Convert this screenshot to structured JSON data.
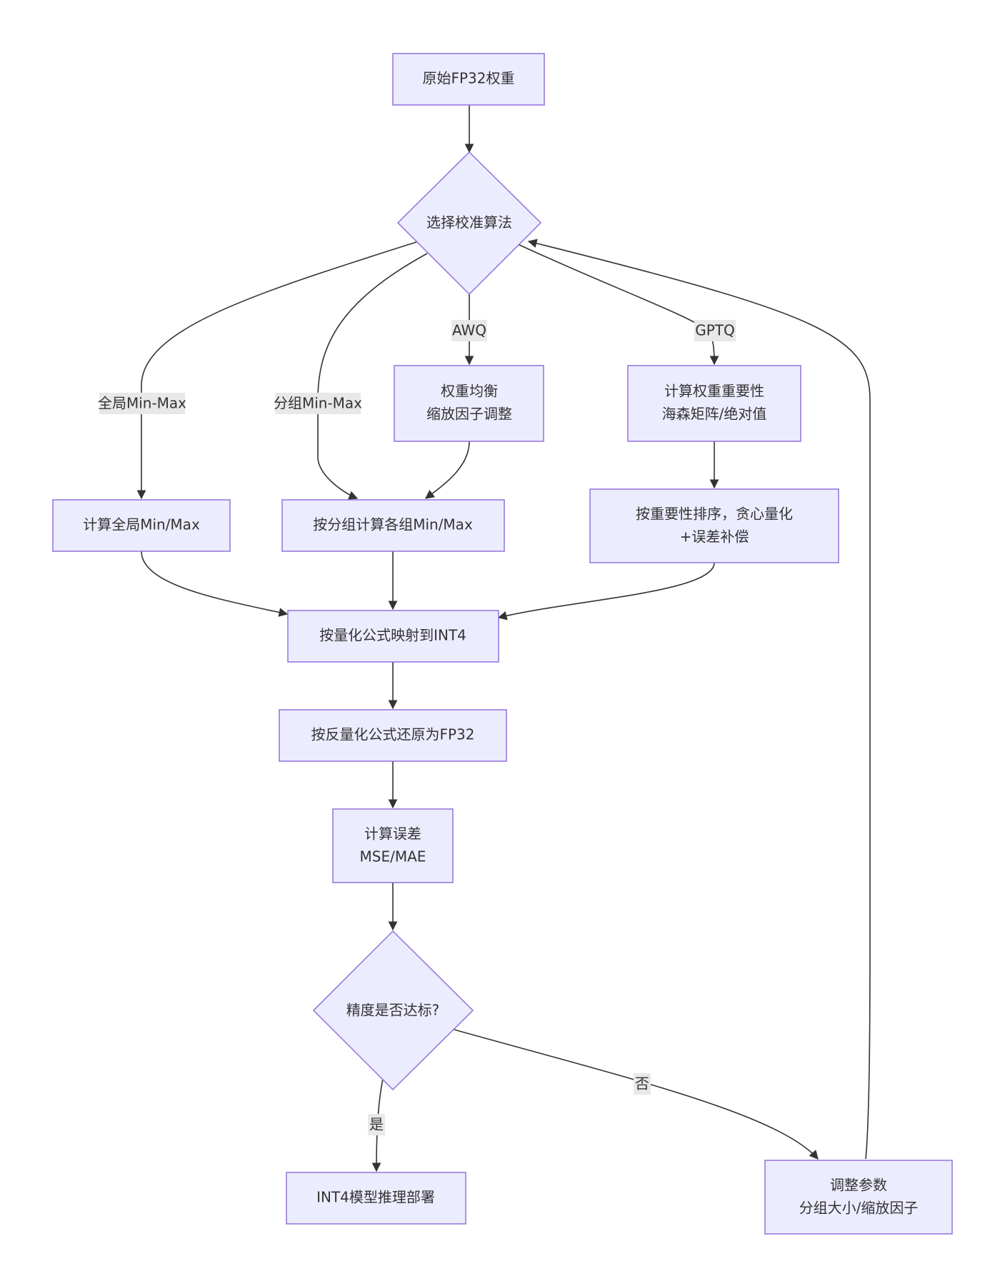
{
  "nodes": {
    "start": "原始FP32权重",
    "choose_algo": "选择校准算法",
    "awq_balance": [
      "权重均衡",
      "缩放因子调整"
    ],
    "gptq_importance": [
      "计算权重重要性",
      "海森矩阵/绝对值"
    ],
    "global_minmax": "计算全局Min/Max",
    "group_minmax": "按分组计算各组Min/Max",
    "gptq_greedy": [
      "按重要性排序，贪心量化",
      "+误差补偿"
    ],
    "quantize": "按量化公式映射到INT4",
    "dequantize": "按反量化公式还原为FP32",
    "error": [
      "计算误差",
      "MSE/MAE"
    ],
    "precision_check": "精度是否达标?",
    "deploy": "INT4模型推理部署",
    "adjust": [
      "调整参数",
      "分组大小/缩放因子"
    ]
  },
  "edge_labels": {
    "global": "全局Min-Max",
    "group": "分组Min-Max",
    "awq": "AWQ",
    "gptq": "GPTQ",
    "yes": "是",
    "no": "否"
  },
  "colors": {
    "node_fill": "#ECECFF",
    "node_stroke": "#9370DB",
    "edge": "#333333",
    "label_bg": "#e8e8e8"
  }
}
